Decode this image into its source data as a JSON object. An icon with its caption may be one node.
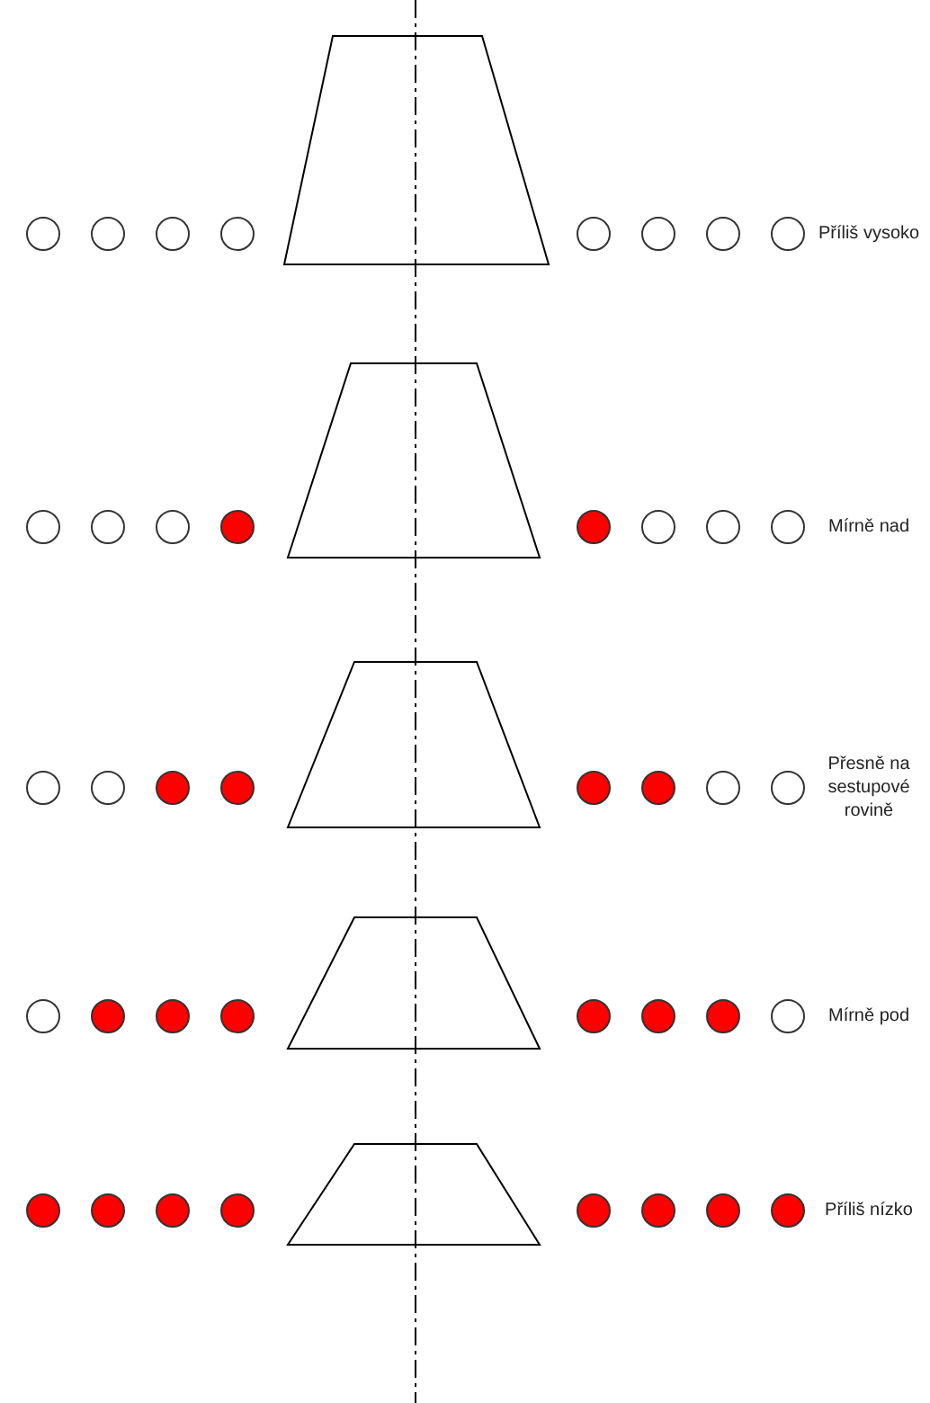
{
  "diagram": {
    "labels": [
      "Příliš vysoko",
      "Mírně nad",
      "Přesně na sestupové rovině",
      "Mírně pod",
      "Příliš nízko"
    ]
  }
}
